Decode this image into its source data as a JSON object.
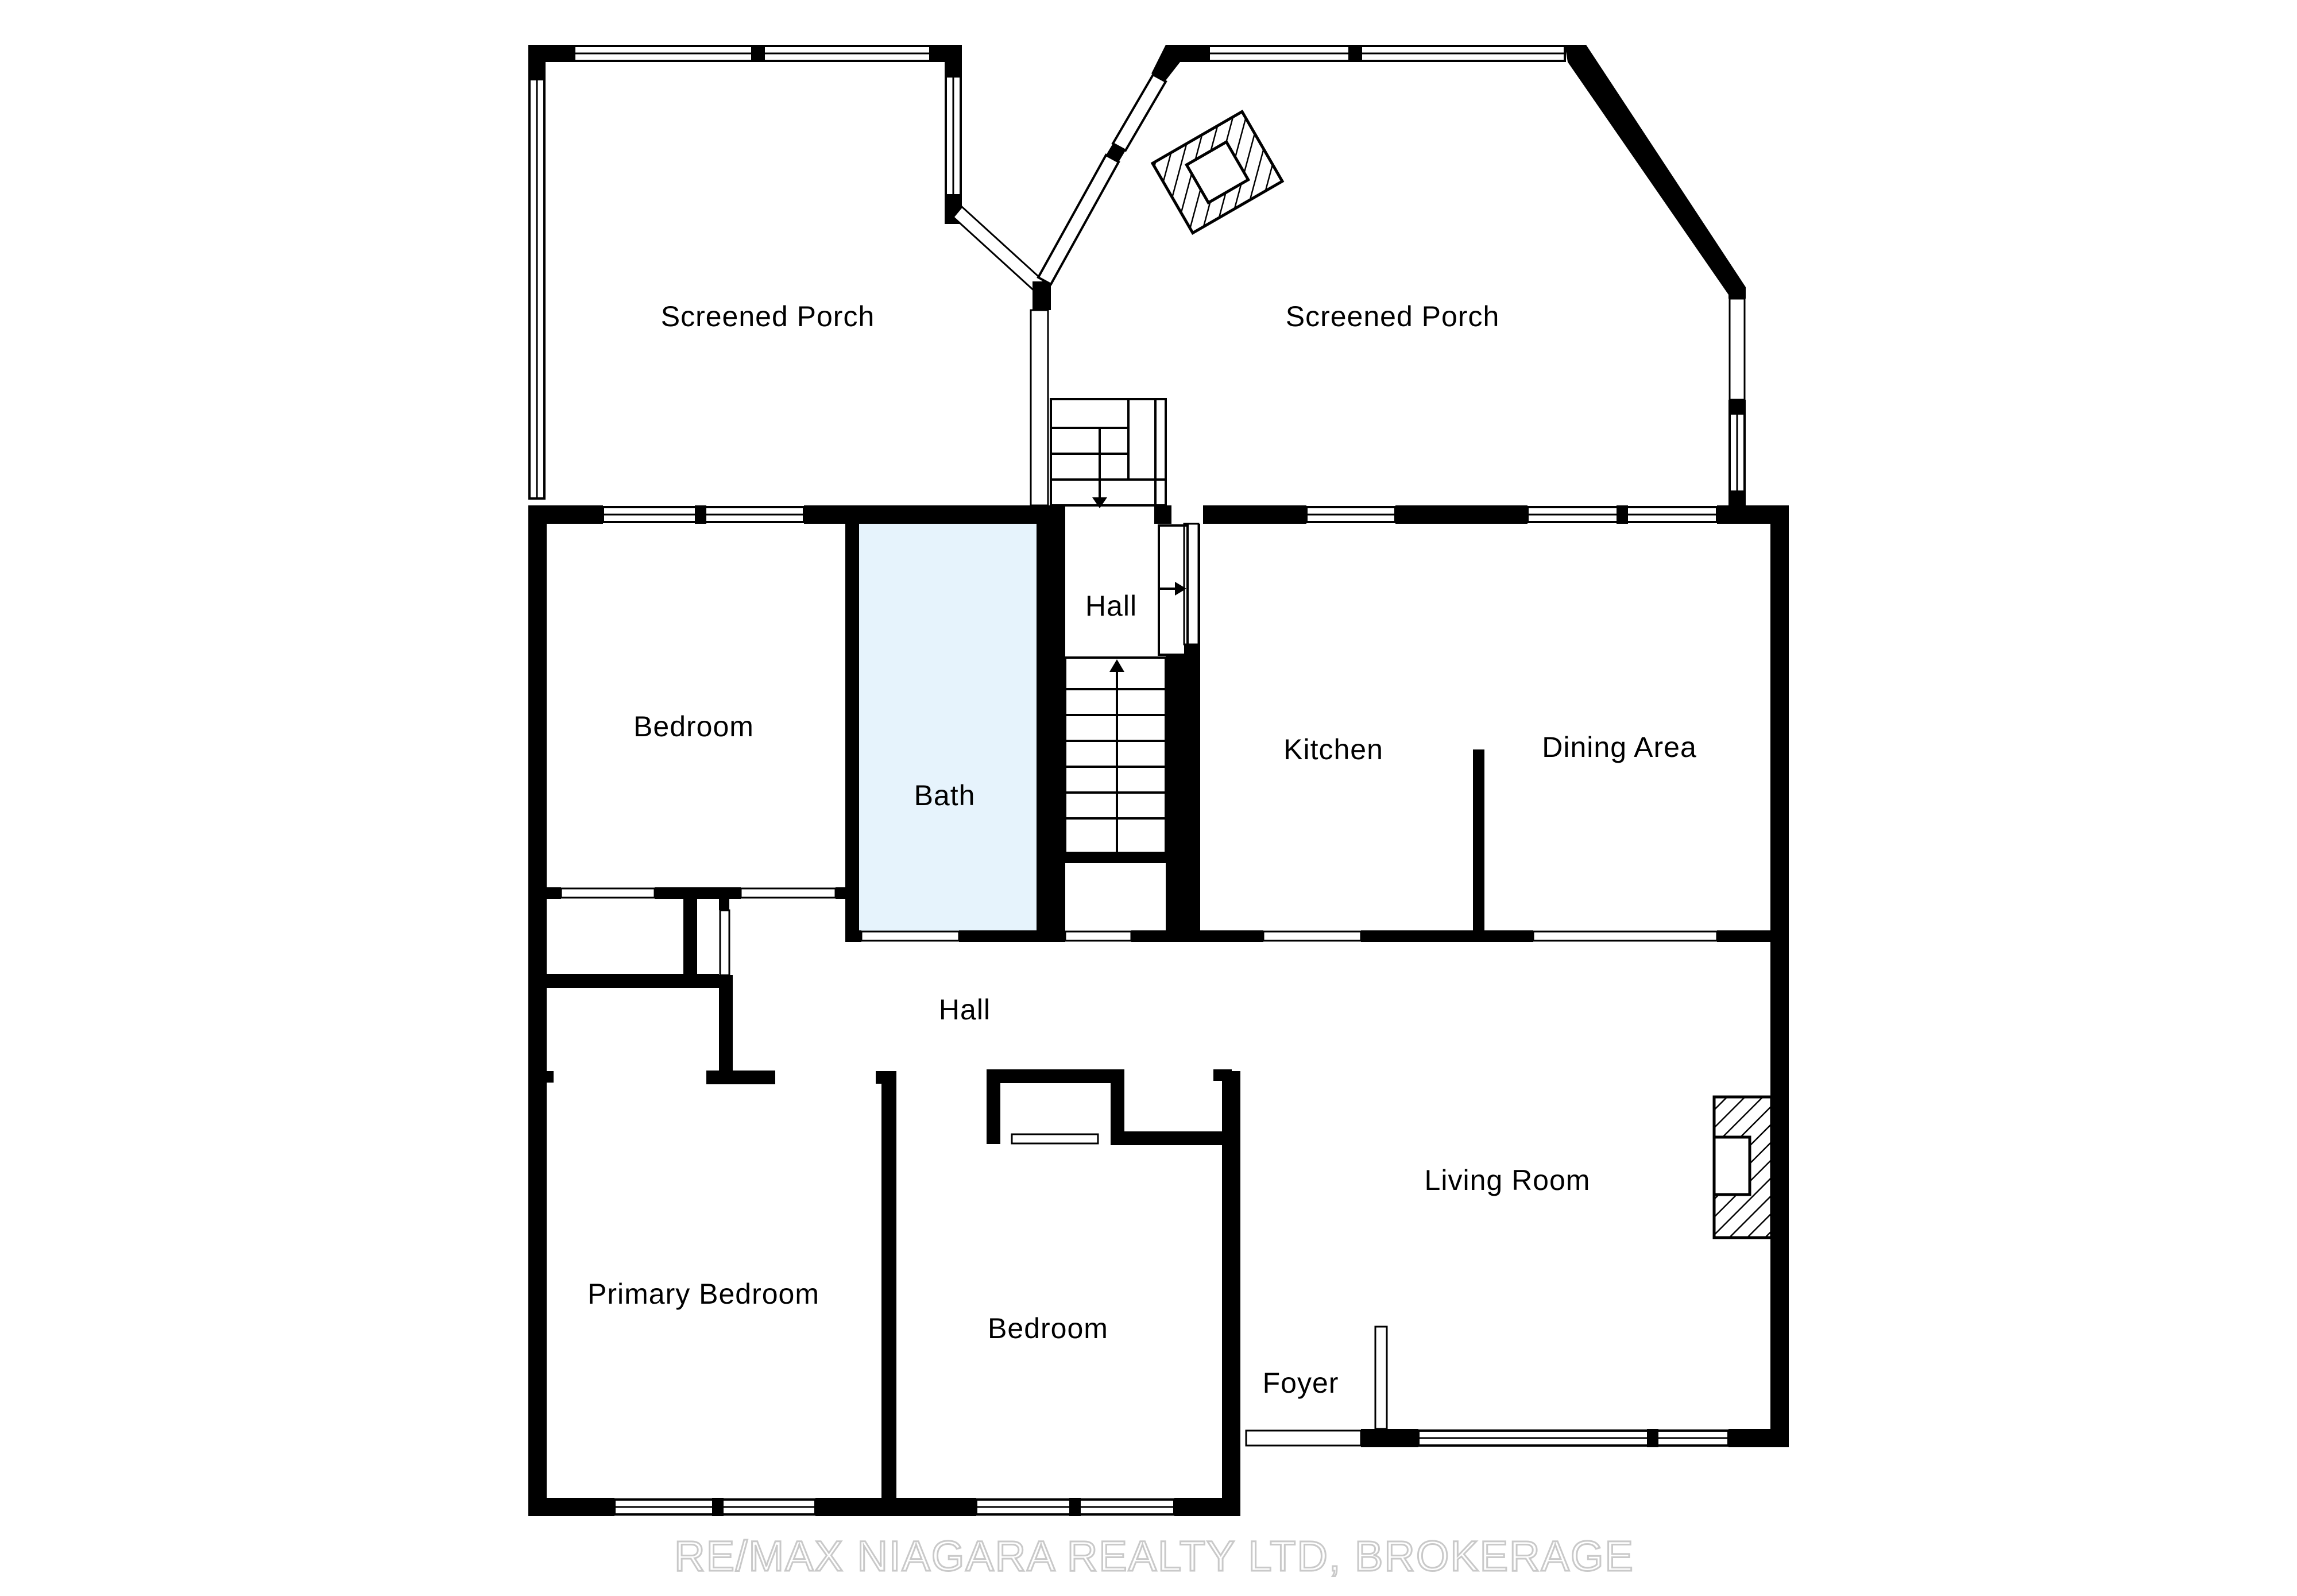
{
  "rooms": {
    "screened_porch_left": "Screened Porch",
    "screened_porch_right": "Screened Porch",
    "hall_upper": "Hall",
    "bedroom_upper": "Bedroom",
    "bath": "Bath",
    "kitchen": "Kitchen",
    "dining_area": "Dining Area",
    "hall_main": "Hall",
    "living_room": "Living Room",
    "primary_bedroom": "Primary Bedroom",
    "bedroom_lower": "Bedroom",
    "foyer": "Foyer"
  },
  "watermark": "RE/MAX NIAGARA REALTY LTD, BROKERAGE",
  "colors": {
    "wall": "#000000",
    "bath_fill": "#e6f3fc",
    "background": "#ffffff",
    "watermark_outline": "#c9c9c9"
  }
}
